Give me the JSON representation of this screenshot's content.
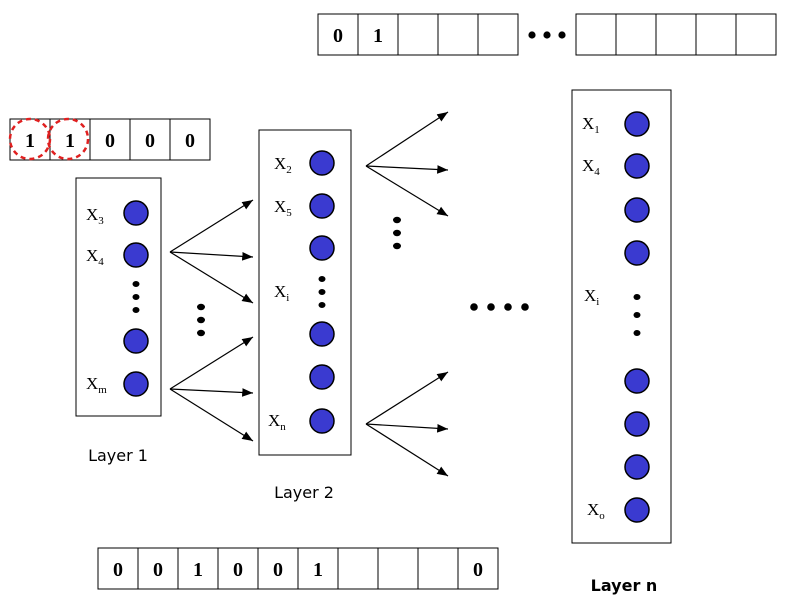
{
  "top_bitstring": {
    "left_cells": [
      "0",
      "1",
      "",
      "",
      ""
    ],
    "ellipsis": "•••",
    "right_cells": [
      "",
      "",
      "",
      "",
      ""
    ]
  },
  "input_bitstring": {
    "cells": [
      "1",
      "1",
      "0",
      "0",
      "0"
    ],
    "highlighted": [
      0,
      1
    ],
    "highlight_color": "#e02020"
  },
  "bottom_bitstring": {
    "cells": [
      "0",
      "0",
      "1",
      "0",
      "0",
      "1",
      "",
      "",
      "",
      "0"
    ]
  },
  "layers": [
    {
      "label": "Layer 1",
      "nodes": [
        {
          "var": "X",
          "sub": "3"
        },
        {
          "var": "X",
          "sub": "4"
        },
        {
          "var": "",
          "sub": ""
        },
        {
          "var": "X",
          "sub": "m"
        }
      ]
    },
    {
      "label": "Layer 2",
      "nodes": [
        {
          "var": "X",
          "sub": "2"
        },
        {
          "var": "X",
          "sub": "5"
        },
        {
          "var": "",
          "sub": ""
        },
        {
          "var": "X",
          "sub": "i"
        },
        {
          "var": "",
          "sub": ""
        },
        {
          "var": "",
          "sub": ""
        },
        {
          "var": "X",
          "sub": "n"
        }
      ]
    },
    {
      "label": "Layer n",
      "nodes": [
        {
          "var": "X",
          "sub": "1"
        },
        {
          "var": "X",
          "sub": "4"
        },
        {
          "var": "",
          "sub": ""
        },
        {
          "var": "",
          "sub": ""
        },
        {
          "var": "X",
          "sub": "i"
        },
        {
          "var": "",
          "sub": ""
        },
        {
          "var": "",
          "sub": ""
        },
        {
          "var": "",
          "sub": ""
        },
        {
          "var": "X",
          "sub": "o"
        }
      ]
    }
  ],
  "colors": {
    "node_fill": "#3a3ad0",
    "outline": "#000000"
  }
}
